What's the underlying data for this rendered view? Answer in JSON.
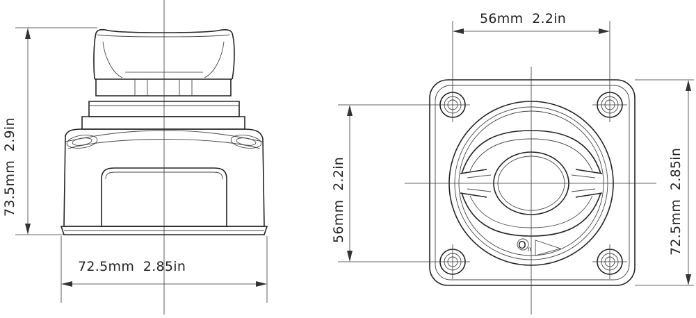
{
  "side_view": {
    "height_label": "73.5mm  2.9in",
    "width_label": "72.5mm  2.85in"
  },
  "top_view": {
    "width_label_top": "56mm  2.2in",
    "height_label_left": "56mm  2.2in",
    "height_label_right": "72.5mm  2.85in",
    "switch_marker": "O",
    "switch_marker_small": "ff"
  }
}
